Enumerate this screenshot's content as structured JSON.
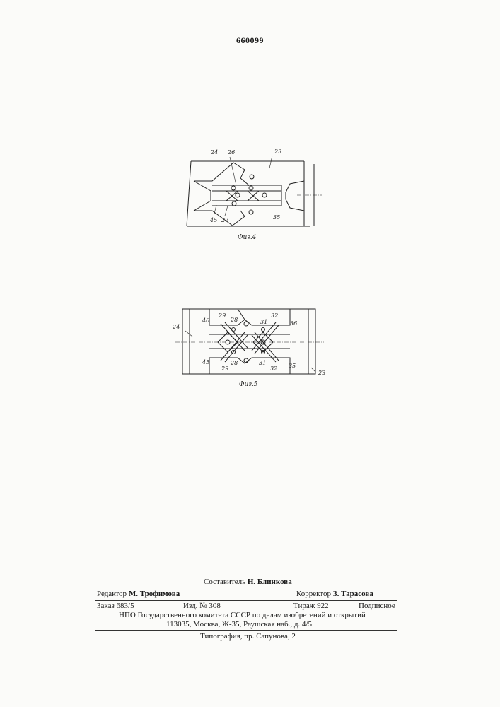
{
  "header": {
    "patent_number": "660099"
  },
  "figures": [
    {
      "caption": "Фиг.4",
      "labels": [
        "24",
        "26",
        "23",
        "45",
        "27",
        "35"
      ]
    },
    {
      "caption": "Фиг.5",
      "labels": [
        "24",
        "46",
        "29",
        "28",
        "31",
        "32",
        "36",
        "45",
        "29",
        "28",
        "31",
        "32",
        "35",
        "23"
      ]
    }
  ],
  "imprint": {
    "compiler": {
      "label": "Составитель",
      "name": "Н. Блинкова"
    },
    "editor": {
      "label": "Редактор",
      "name": "М. Трофимова"
    },
    "corrector": {
      "label": "Корректор",
      "name": "З. Тарасова"
    },
    "order": "Заказ 683/5",
    "edition": "Изд. № 308",
    "circulation": "Тираж 922",
    "subscription": "Подписное",
    "organization": "НПО Государственного комитета СССР по делам изобретений и открытий",
    "address": "113035, Москва, Ж-35, Раушская наб., д. 4/5",
    "printer": "Типография, пр. Сапунова, 2"
  }
}
